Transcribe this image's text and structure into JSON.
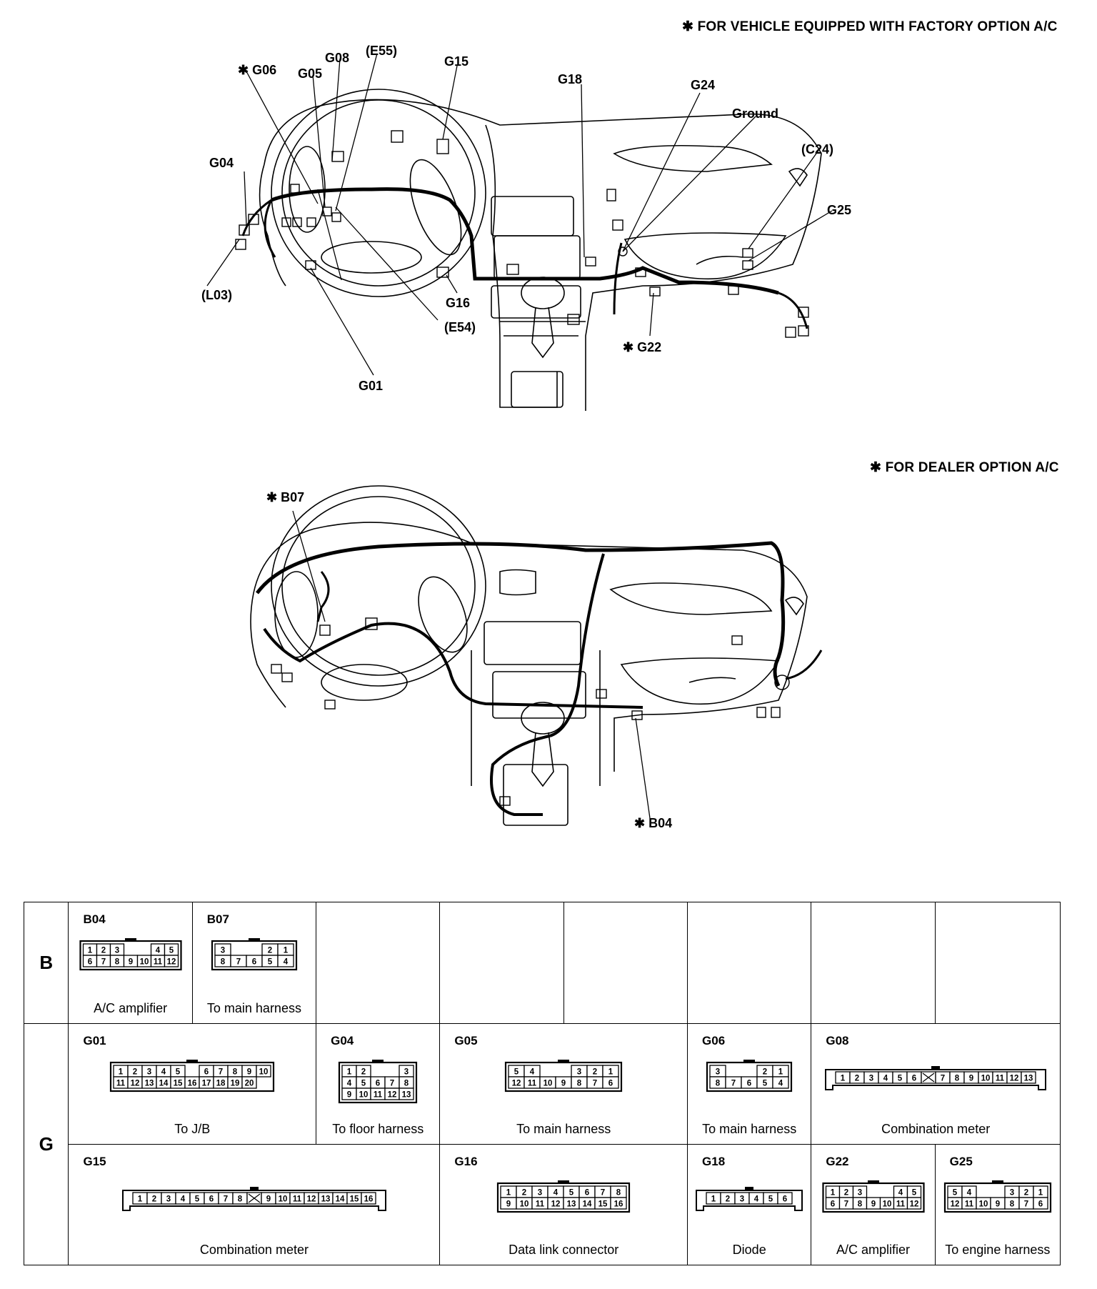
{
  "notes": {
    "factory": "✱ FOR VEHICLE EQUIPPED WITH FACTORY OPTION A/C",
    "dealer": "✱ FOR DEALER OPTION A/C"
  },
  "top_labels": {
    "g06": "✱ G06",
    "g05": "G05",
    "g08": "G08",
    "e55": "(E55)",
    "g15": "G15",
    "g18": "G18",
    "g24": "G24",
    "ground": "Ground",
    "c24": "(C24)",
    "g04": "G04",
    "g25": "G25",
    "l03": "(L03)",
    "g16": "G16",
    "e54": "(E54)",
    "g22": "✱ G22",
    "g01": "G01"
  },
  "bottom_labels": {
    "b07": "✱ B07",
    "b04": "✱ B04"
  },
  "table": {
    "row_b": "B",
    "row_g": "G",
    "connectors": [
      {
        "id": "B04",
        "desc": "A/C amplifier",
        "top": [
          "1",
          "2",
          "3",
          "",
          "",
          "4",
          "5"
        ],
        "bottom": [
          "6",
          "7",
          "8",
          "9",
          "10",
          "11",
          "12"
        ]
      },
      {
        "id": "B07",
        "desc": "To main harness",
        "top": [
          "3",
          "",
          "",
          "2",
          "1"
        ],
        "bottom": [
          "8",
          "7",
          "6",
          "5",
          "4"
        ]
      },
      {
        "id": "G01",
        "desc": "To J/B",
        "top": [
          "1",
          "2",
          "3",
          "4",
          "5",
          "",
          "6",
          "7",
          "8",
          "9",
          "10"
        ],
        "bottom": [
          "11",
          "12",
          "13",
          "14",
          "15",
          "16",
          "17",
          "18",
          "19",
          "20"
        ]
      },
      {
        "id": "G04",
        "desc": "To floor harness",
        "top": [
          "1",
          "2",
          "",
          "",
          "3"
        ],
        "mid": [
          "4",
          "5",
          "6",
          "7",
          "8"
        ],
        "bottom": [
          "9",
          "10",
          "11",
          "12",
          "13"
        ]
      },
      {
        "id": "G05",
        "desc": "To main harness",
        "top": [
          "5",
          "4",
          "",
          "",
          "3",
          "2",
          "1"
        ],
        "bottom": [
          "12",
          "11",
          "10",
          "9",
          "8",
          "7",
          "6"
        ]
      },
      {
        "id": "G06",
        "desc": "To main harness",
        "top": [
          "3",
          "",
          "",
          "2",
          "1"
        ],
        "bottom": [
          "8",
          "7",
          "6",
          "5",
          "4"
        ]
      },
      {
        "id": "G08",
        "desc": "Combination meter",
        "pins": [
          "1",
          "2",
          "3",
          "4",
          "5",
          "6",
          "X",
          "7",
          "8",
          "9",
          "10",
          "11",
          "12",
          "13"
        ]
      },
      {
        "id": "G15",
        "desc": "Combination meter",
        "pins": [
          "1",
          "2",
          "3",
          "4",
          "5",
          "6",
          "7",
          "8",
          "X",
          "9",
          "10",
          "11",
          "12",
          "13",
          "14",
          "15",
          "16"
        ]
      },
      {
        "id": "G16",
        "desc": "Data link connector",
        "top": [
          "1",
          "2",
          "3",
          "4",
          "5",
          "6",
          "7",
          "8"
        ],
        "bottom": [
          "9",
          "10",
          "11",
          "12",
          "13",
          "14",
          "15",
          "16"
        ]
      },
      {
        "id": "G18",
        "desc": "Diode",
        "pins": [
          "1",
          "2",
          "3",
          "4",
          "5",
          "6"
        ]
      },
      {
        "id": "G22",
        "desc": "A/C amplifier",
        "top": [
          "1",
          "2",
          "3",
          "",
          "",
          "4",
          "5"
        ],
        "bottom": [
          "6",
          "7",
          "8",
          "9",
          "10",
          "11",
          "12"
        ]
      },
      {
        "id": "G25",
        "desc": "To engine harness",
        "top": [
          "5",
          "4",
          "",
          "",
          "3",
          "2",
          "1"
        ],
        "bottom": [
          "12",
          "11",
          "10",
          "9",
          "8",
          "7",
          "6"
        ]
      }
    ]
  }
}
